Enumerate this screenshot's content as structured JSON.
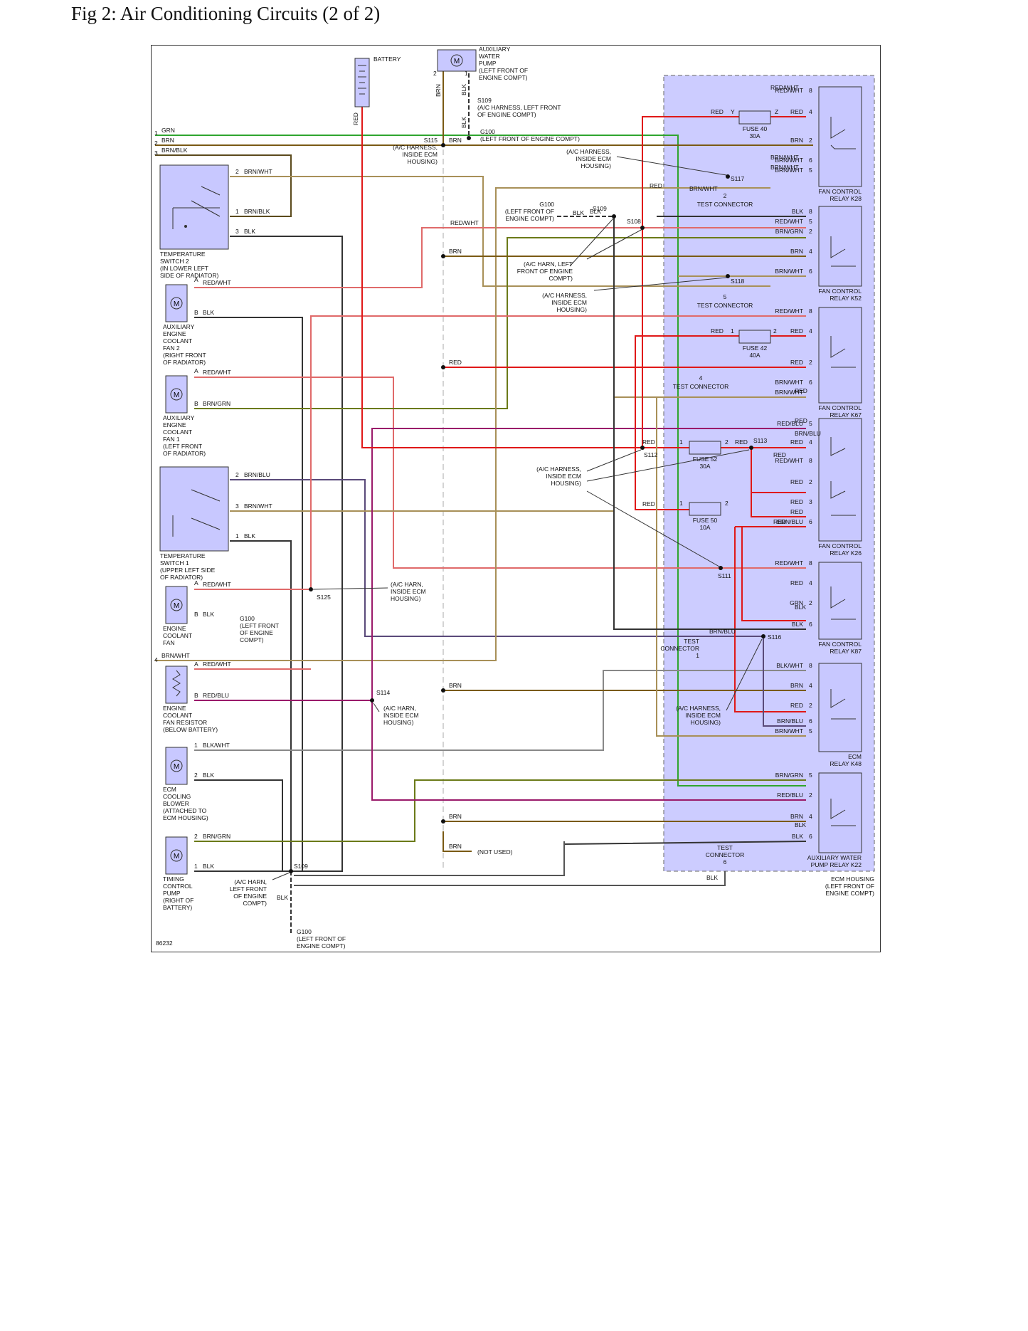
{
  "title": "Fig 2: Air Conditioning Circuits (2 of 2)",
  "colors": {
    "GRN": "#2fa52f",
    "BRN": "#7a5a14",
    "BRN_BLK": "#5b4a1c",
    "BRN_WHT": "#a89058",
    "BLK": "#333333",
    "RED": "#e01818",
    "RED_WHT": "#e06a6a",
    "BRN_GRN": "#6b7a18",
    "BRN_BLU": "#5a4a7a",
    "RED_BLU": "#9a1a6a",
    "BLK_WHT": "#888888",
    "ECM": "#ccccff",
    "component": "#c8c8ff"
  },
  "labels": {
    "battery": "BATTERY",
    "aux_pump": [
      "AUXILIARY",
      "WATER",
      "PUMP",
      "(LEFT FRONT OF",
      "ENGINE COMPT)"
    ],
    "s109_top": [
      "S109",
      "(A/C HARNESS, LEFT FRONT",
      "OF ENGINE COMPT)"
    ],
    "g100_top": [
      "G100",
      "(LEFT FRONT OF ENGINE COMPT)"
    ],
    "s115": [
      "S115",
      "(A/C HARNESS,",
      "INSIDE ECM",
      "HOUSING)"
    ],
    "ecm_callout1": [
      "(A/C HARNESS,",
      "INSIDE ECM",
      "HOUSING)"
    ],
    "s117": "S117",
    "test_conn_2": [
      "2",
      "TEST CONNECTOR"
    ],
    "g100_mid": [
      "G100",
      "(LEFT FRONT OF",
      "ENGINE COMPT)"
    ],
    "s109_mid": "S109",
    "s108": "S108",
    "a_c_harn_left": [
      "(A/C HARN, LEFT",
      "FRONT OF ENGINE",
      "COMPT)"
    ],
    "ecm_callout2": [
      "(A/C HARNESS,",
      "INSIDE ECM",
      "HOUSING)"
    ],
    "s118": "S118",
    "test_conn_5": [
      "5",
      "TEST CONNECTOR"
    ],
    "test_conn_4": [
      "4",
      "TEST CONNECTOR"
    ],
    "s112": "S112",
    "s113": "S113",
    "ecm_callout3": [
      "(A/C HARNESS,",
      "INSIDE ECM",
      "HOUSING)"
    ],
    "s111": "S111",
    "s116": "S116",
    "test_conn_1": [
      "TEST",
      "CONNECTOR",
      "1"
    ],
    "ecm_callout4": [
      "(A/C HARNESS,",
      "INSIDE ECM",
      "HOUSING)"
    ],
    "s125": "S125",
    "s125_callout": [
      "(A/C HARN,",
      "INSIDE ECM",
      "HOUSING)"
    ],
    "s114": "S114",
    "s114_callout": [
      "(A/C HARN,",
      "INSIDE ECM",
      "HOUSING)"
    ],
    "not_used": "(NOT USED)",
    "test_conn_6": [
      "TEST",
      "CONNECTOR",
      "6"
    ],
    "s109_bot": "S109",
    "s109_bot_callout": [
      "(A/C HARN,",
      "LEFT FRONT",
      "OF ENGINE",
      "COMPT)"
    ],
    "g100_bot": [
      "G100",
      "(LEFT FRONT OF",
      "ENGINE COMPT)"
    ],
    "g100_fan": [
      "G100",
      "(LEFT FRONT",
      "OF ENGINE",
      "COMPT)"
    ],
    "ecm_housing": [
      "ECM HOUSING",
      "(LEFT FRONT OF",
      "ENGINE COMPT)"
    ],
    "fig_no": "86232",
    "temp_sw2": [
      "TEMPERATURE",
      "SWITCH 2",
      "(IN LOWER LEFT",
      "SIDE OF RADIATOR)"
    ],
    "temp_sw1": [
      "TEMPERATURE",
      "SWITCH 1",
      "(UPPER LEFT SIDE",
      "OF RADIATOR)"
    ],
    "aux_fan2": [
      "AUXILIARY",
      "ENGINE",
      "COOLANT",
      "FAN 2",
      "(RIGHT FRONT",
      "OF RADIATOR)"
    ],
    "aux_fan1": [
      "AUXILIARY",
      "ENGINE",
      "COOLANT",
      "FAN 1",
      "(LEFT FRONT",
      "OF RADIATOR)"
    ],
    "eng_fan": [
      "ENGINE",
      "COOLANT",
      "FAN"
    ],
    "fan_resistor": [
      "ENGINE",
      "COOLANT",
      "FAN RESISTOR",
      "(BELOW BATTERY)"
    ],
    "ecm_blower": [
      "ECM",
      "COOLING",
      "BLOWER",
      "(ATTACHED TO",
      "ECM HOUSING)"
    ],
    "timing_pump": [
      "TIMING",
      "CONTROL",
      "PUMP",
      "(RIGHT OF",
      "BATTERY)"
    ],
    "relay_k28": [
      "FAN CONTROL",
      "RELAY K28"
    ],
    "relay_k52": [
      "FAN CONTROL",
      "RELAY K52"
    ],
    "relay_k67": [
      "FAN CONTROL",
      "RELAY K67"
    ],
    "relay_k26": [
      "FAN CONTROL",
      "RELAY K26"
    ],
    "relay_k87": [
      "FAN CONTROL",
      "RELAY K87"
    ],
    "relay_k48": [
      "ECM",
      "RELAY K48"
    ],
    "relay_k22": [
      "AUXILIARY WATER",
      "PUMP RELAY K22"
    ],
    "fuse40": [
      "FUSE 40",
      "30A"
    ],
    "fuse42": [
      "FUSE 42",
      "40A"
    ],
    "fuse52": [
      "FUSE 52",
      "30A"
    ],
    "fuse50": [
      "FUSE 50",
      "10A"
    ]
  },
  "wire_texts": [
    {
      "id": "w1",
      "t": "GRN"
    },
    {
      "id": "w2",
      "t": "BRN"
    },
    {
      "id": "w3",
      "t": "BRN/BLK"
    },
    {
      "id": "w4",
      "t": "BRN/WHT"
    },
    {
      "id": "w5",
      "t": "BRN/BLK"
    },
    {
      "id": "w6",
      "t": "BLK"
    },
    {
      "id": "w7",
      "t": "RED/WHT"
    },
    {
      "id": "w8",
      "t": "BLK"
    },
    {
      "id": "w9",
      "t": "RED/WHT"
    },
    {
      "id": "w10",
      "t": "BRN/GRN"
    },
    {
      "id": "w11",
      "t": "BRN/BLU"
    },
    {
      "id": "w12",
      "t": "BRN/WHT"
    },
    {
      "id": "w13",
      "t": "BLK"
    },
    {
      "id": "w14",
      "t": "RED/WHT"
    },
    {
      "id": "w15",
      "t": "BLK"
    },
    {
      "id": "w16",
      "t": "BRN/WHT"
    },
    {
      "id": "w17",
      "t": "RED/WHT"
    },
    {
      "id": "w18",
      "t": "RED/BLU"
    },
    {
      "id": "w19",
      "t": "BLK/WHT"
    },
    {
      "id": "w20",
      "t": "BLK"
    },
    {
      "id": "w21",
      "t": "BRN/GRN"
    },
    {
      "id": "w22",
      "t": "BLK"
    },
    {
      "id": "w23",
      "t": "RED"
    },
    {
      "id": "w24",
      "t": "BRN"
    },
    {
      "id": "w25",
      "t": "BLK"
    },
    {
      "id": "w26",
      "t": "BLK"
    },
    {
      "id": "w27",
      "t": "BRN"
    },
    {
      "id": "w28",
      "t": "RED/WHT"
    },
    {
      "id": "w29",
      "t": "BLK"
    },
    {
      "id": "w30",
      "t": "BRN"
    },
    {
      "id": "w31",
      "t": "RED"
    },
    {
      "id": "w32",
      "t": "RED"
    },
    {
      "id": "w33",
      "t": "RED"
    },
    {
      "id": "w34",
      "t": "BRN"
    },
    {
      "id": "w35",
      "t": "BRN"
    },
    {
      "id": "w36",
      "t": "BRN"
    },
    {
      "id": "w37",
      "t": "BRN/WHT"
    },
    {
      "id": "w38",
      "t": "BRN/BLU"
    },
    {
      "id": "w39",
      "t": "BLK"
    },
    {
      "id": "w40",
      "t": "BLK"
    }
  ],
  "relay_pins": [
    {
      "id": "r1",
      "t": "RED/WHT",
      "p": "8"
    },
    {
      "id": "r2",
      "t": "RED",
      "p": "4"
    },
    {
      "id": "r3",
      "t": "BRN",
      "p": "2"
    },
    {
      "id": "r4",
      "t": "BRN/WHT",
      "p": "6"
    },
    {
      "id": "r5",
      "t": "BRN/WHT",
      "p": "5"
    },
    {
      "id": "r6",
      "t": "BLK",
      "p": "8"
    },
    {
      "id": "r7",
      "t": "RED/WHT",
      "p": "5"
    },
    {
      "id": "r8",
      "t": "BRN/GRN",
      "p": "2"
    },
    {
      "id": "r9",
      "t": "BRN",
      "p": "4"
    },
    {
      "id": "r10",
      "t": "BRN/WHT",
      "p": "6"
    },
    {
      "id": "r11",
      "t": "RED/WHT",
      "p": "8"
    },
    {
      "id": "r12",
      "t": "RED",
      "p": "4"
    },
    {
      "id": "r13",
      "t": "RED",
      "p": "2"
    },
    {
      "id": "r14",
      "t": "BRN/WHT",
      "p": "6"
    },
    {
      "id": "r15",
      "t": "BRN/WHT",
      "p": ""
    },
    {
      "id": "r16",
      "t": "RED/BLU",
      "p": "5"
    },
    {
      "id": "r17",
      "t": "RED",
      "p": "4"
    },
    {
      "id": "r18",
      "t": "RED/WHT",
      "p": "8"
    },
    {
      "id": "r19",
      "t": "RED",
      "p": "2"
    },
    {
      "id": "r20",
      "t": "RED",
      "p": "3"
    },
    {
      "id": "r21",
      "t": "RED",
      "p": ""
    },
    {
      "id": "r22",
      "t": "BRN/BLU",
      "p": "6"
    },
    {
      "id": "r23",
      "t": "RED/WHT",
      "p": "8"
    },
    {
      "id": "r24",
      "t": "RED",
      "p": "4"
    },
    {
      "id": "r25",
      "t": "GRN",
      "p": "2"
    },
    {
      "id": "r26",
      "t": "BLK",
      "p": "6"
    },
    {
      "id": "r27",
      "t": "BLK/WHT",
      "p": "8"
    },
    {
      "id": "r28",
      "t": "BRN",
      "p": "4"
    },
    {
      "id": "r29",
      "t": "RED",
      "p": "2"
    },
    {
      "id": "r30",
      "t": "BRN/BLU",
      "p": "6"
    },
    {
      "id": "r31",
      "t": "BRN/WHT",
      "p": "5"
    },
    {
      "id": "r32",
      "t": "BRN/GRN",
      "p": "5"
    },
    {
      "id": "r33",
      "t": "RED/BLU",
      "p": "2"
    },
    {
      "id": "r34",
      "t": "BRN",
      "p": "4"
    },
    {
      "id": "r35",
      "t": "BLK",
      "p": "6"
    }
  ],
  "misc_texts": [
    {
      "id": "m1",
      "t": "1"
    },
    {
      "id": "m2",
      "t": "2"
    },
    {
      "id": "m3",
      "t": "3"
    },
    {
      "id": "m4",
      "t": "2"
    },
    {
      "id": "m5",
      "t": "1"
    },
    {
      "id": "m6",
      "t": "3"
    },
    {
      "id": "m7",
      "t": "A"
    },
    {
      "id": "m8",
      "t": "B"
    },
    {
      "id": "m9",
      "t": "A"
    },
    {
      "id": "m10",
      "t": "B"
    },
    {
      "id": "m11",
      "t": "2"
    },
    {
      "id": "m12",
      "t": "3"
    },
    {
      "id": "m13",
      "t": "1"
    },
    {
      "id": "m14",
      "t": "A"
    },
    {
      "id": "m15",
      "t": "B"
    },
    {
      "id": "m16",
      "t": "4"
    },
    {
      "id": "m17",
      "t": "A"
    },
    {
      "id": "m18",
      "t": "B"
    },
    {
      "id": "m19",
      "t": "1"
    },
    {
      "id": "m20",
      "t": "2"
    },
    {
      "id": "m21",
      "t": "2"
    },
    {
      "id": "m22",
      "t": "1"
    },
    {
      "id": "m23",
      "t": "2"
    },
    {
      "id": "m24",
      "t": "1"
    },
    {
      "id": "m25",
      "t": "RED"
    },
    {
      "id": "m26",
      "t": "Y"
    },
    {
      "id": "m27",
      "t": "Z"
    },
    {
      "id": "m28",
      "t": "RED"
    },
    {
      "id": "m29",
      "t": "1"
    },
    {
      "id": "m30",
      "t": "2"
    },
    {
      "id": "m31",
      "t": "RED"
    },
    {
      "id": "m32",
      "t": "1"
    },
    {
      "id": "m33",
      "t": "2"
    },
    {
      "id": "m34",
      "t": "RED"
    },
    {
      "id": "m35",
      "t": "1"
    },
    {
      "id": "m36",
      "t": "2"
    },
    {
      "id": "m37",
      "t": "RED"
    },
    {
      "id": "m38",
      "t": "RED"
    },
    {
      "id": "m39",
      "t": "RED/WHT"
    },
    {
      "id": "m40",
      "t": "BRN/WHT"
    },
    {
      "id": "m41",
      "t": "BRN/WHT"
    },
    {
      "id": "m42",
      "t": "BLK"
    },
    {
      "id": "m43",
      "t": "BLK"
    },
    {
      "id": "m44",
      "t": "RED"
    },
    {
      "id": "m45",
      "t": "RED"
    },
    {
      "id": "m46",
      "t": "BLK"
    },
    {
      "id": "m47",
      "t": "BRN/BLU"
    }
  ]
}
